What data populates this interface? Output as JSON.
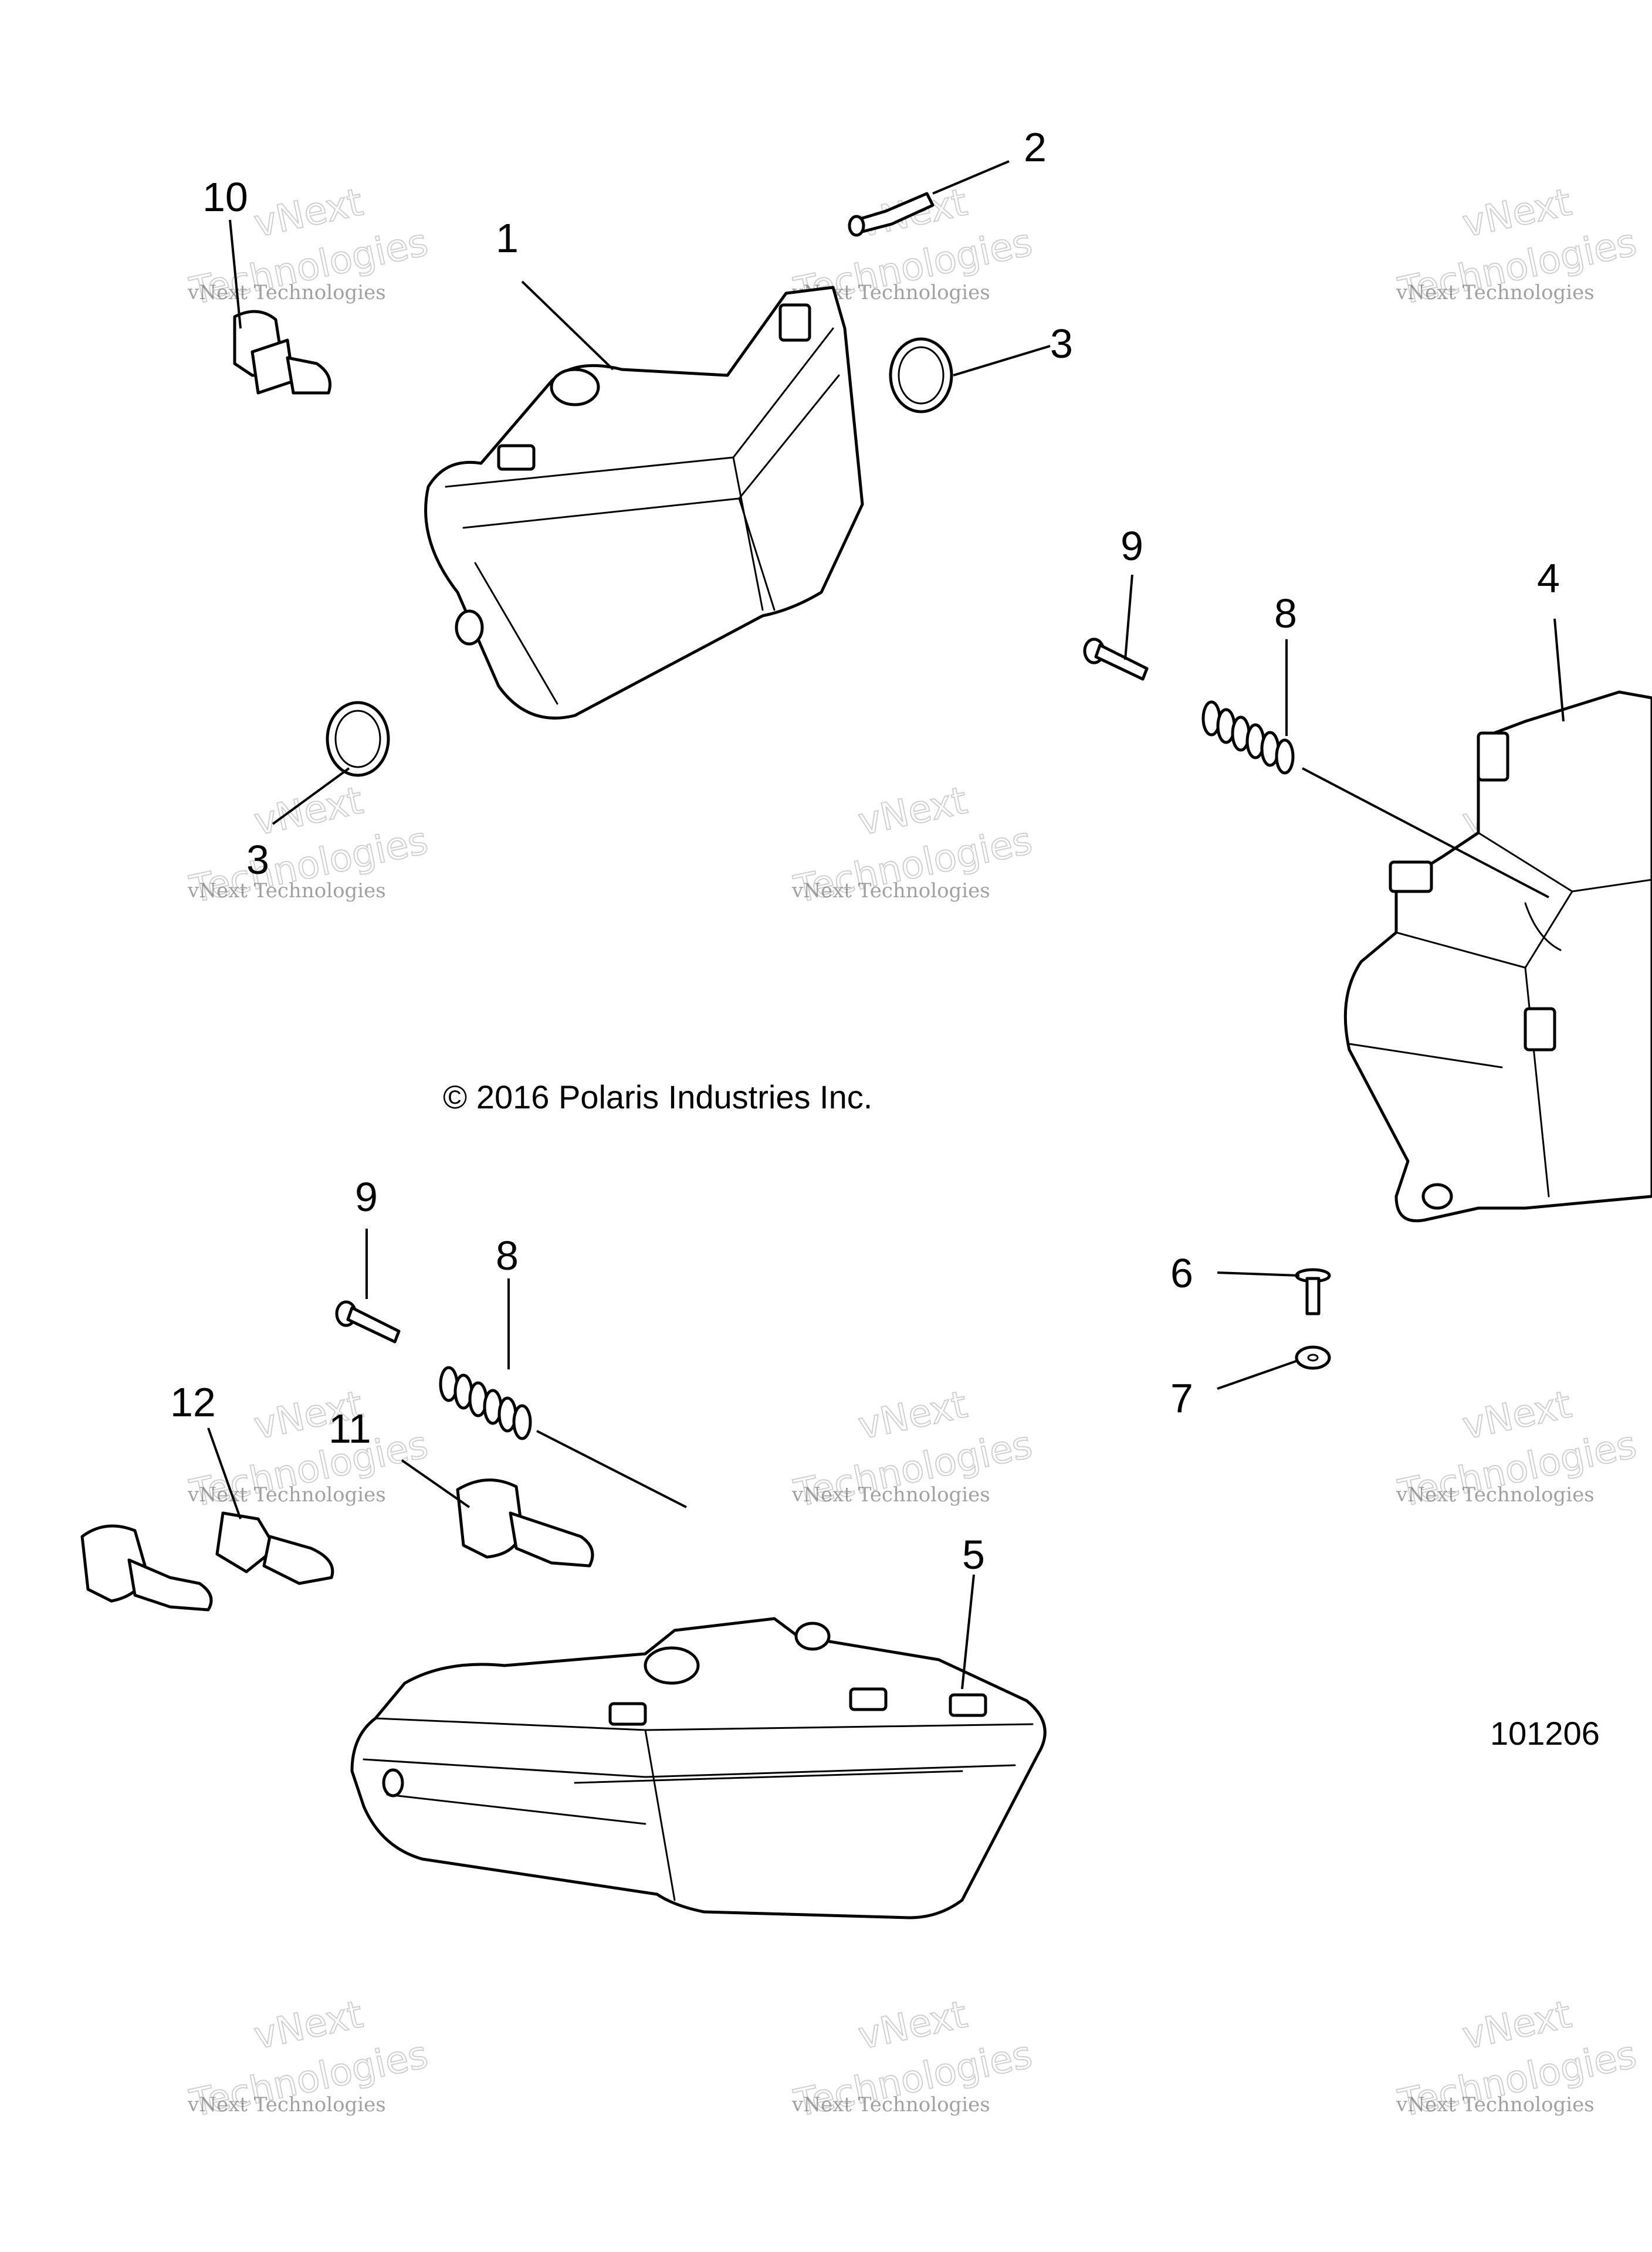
{
  "callouts": {
    "c1": "1",
    "c2": "2",
    "c3a": "3",
    "c3b": "3",
    "c4": "4",
    "c5": "5",
    "c6": "6",
    "c7": "7",
    "c8a": "8",
    "c8b": "8",
    "c9a": "9",
    "c9b": "9",
    "c10": "10",
    "c11": "11",
    "c12": "12"
  },
  "copyright": "© 2016 Polaris Industries Inc.",
  "figure_number": "101206",
  "watermark": {
    "line1": "vNext Technologies",
    "line2": "vNext",
    "line3": "Technologies"
  }
}
